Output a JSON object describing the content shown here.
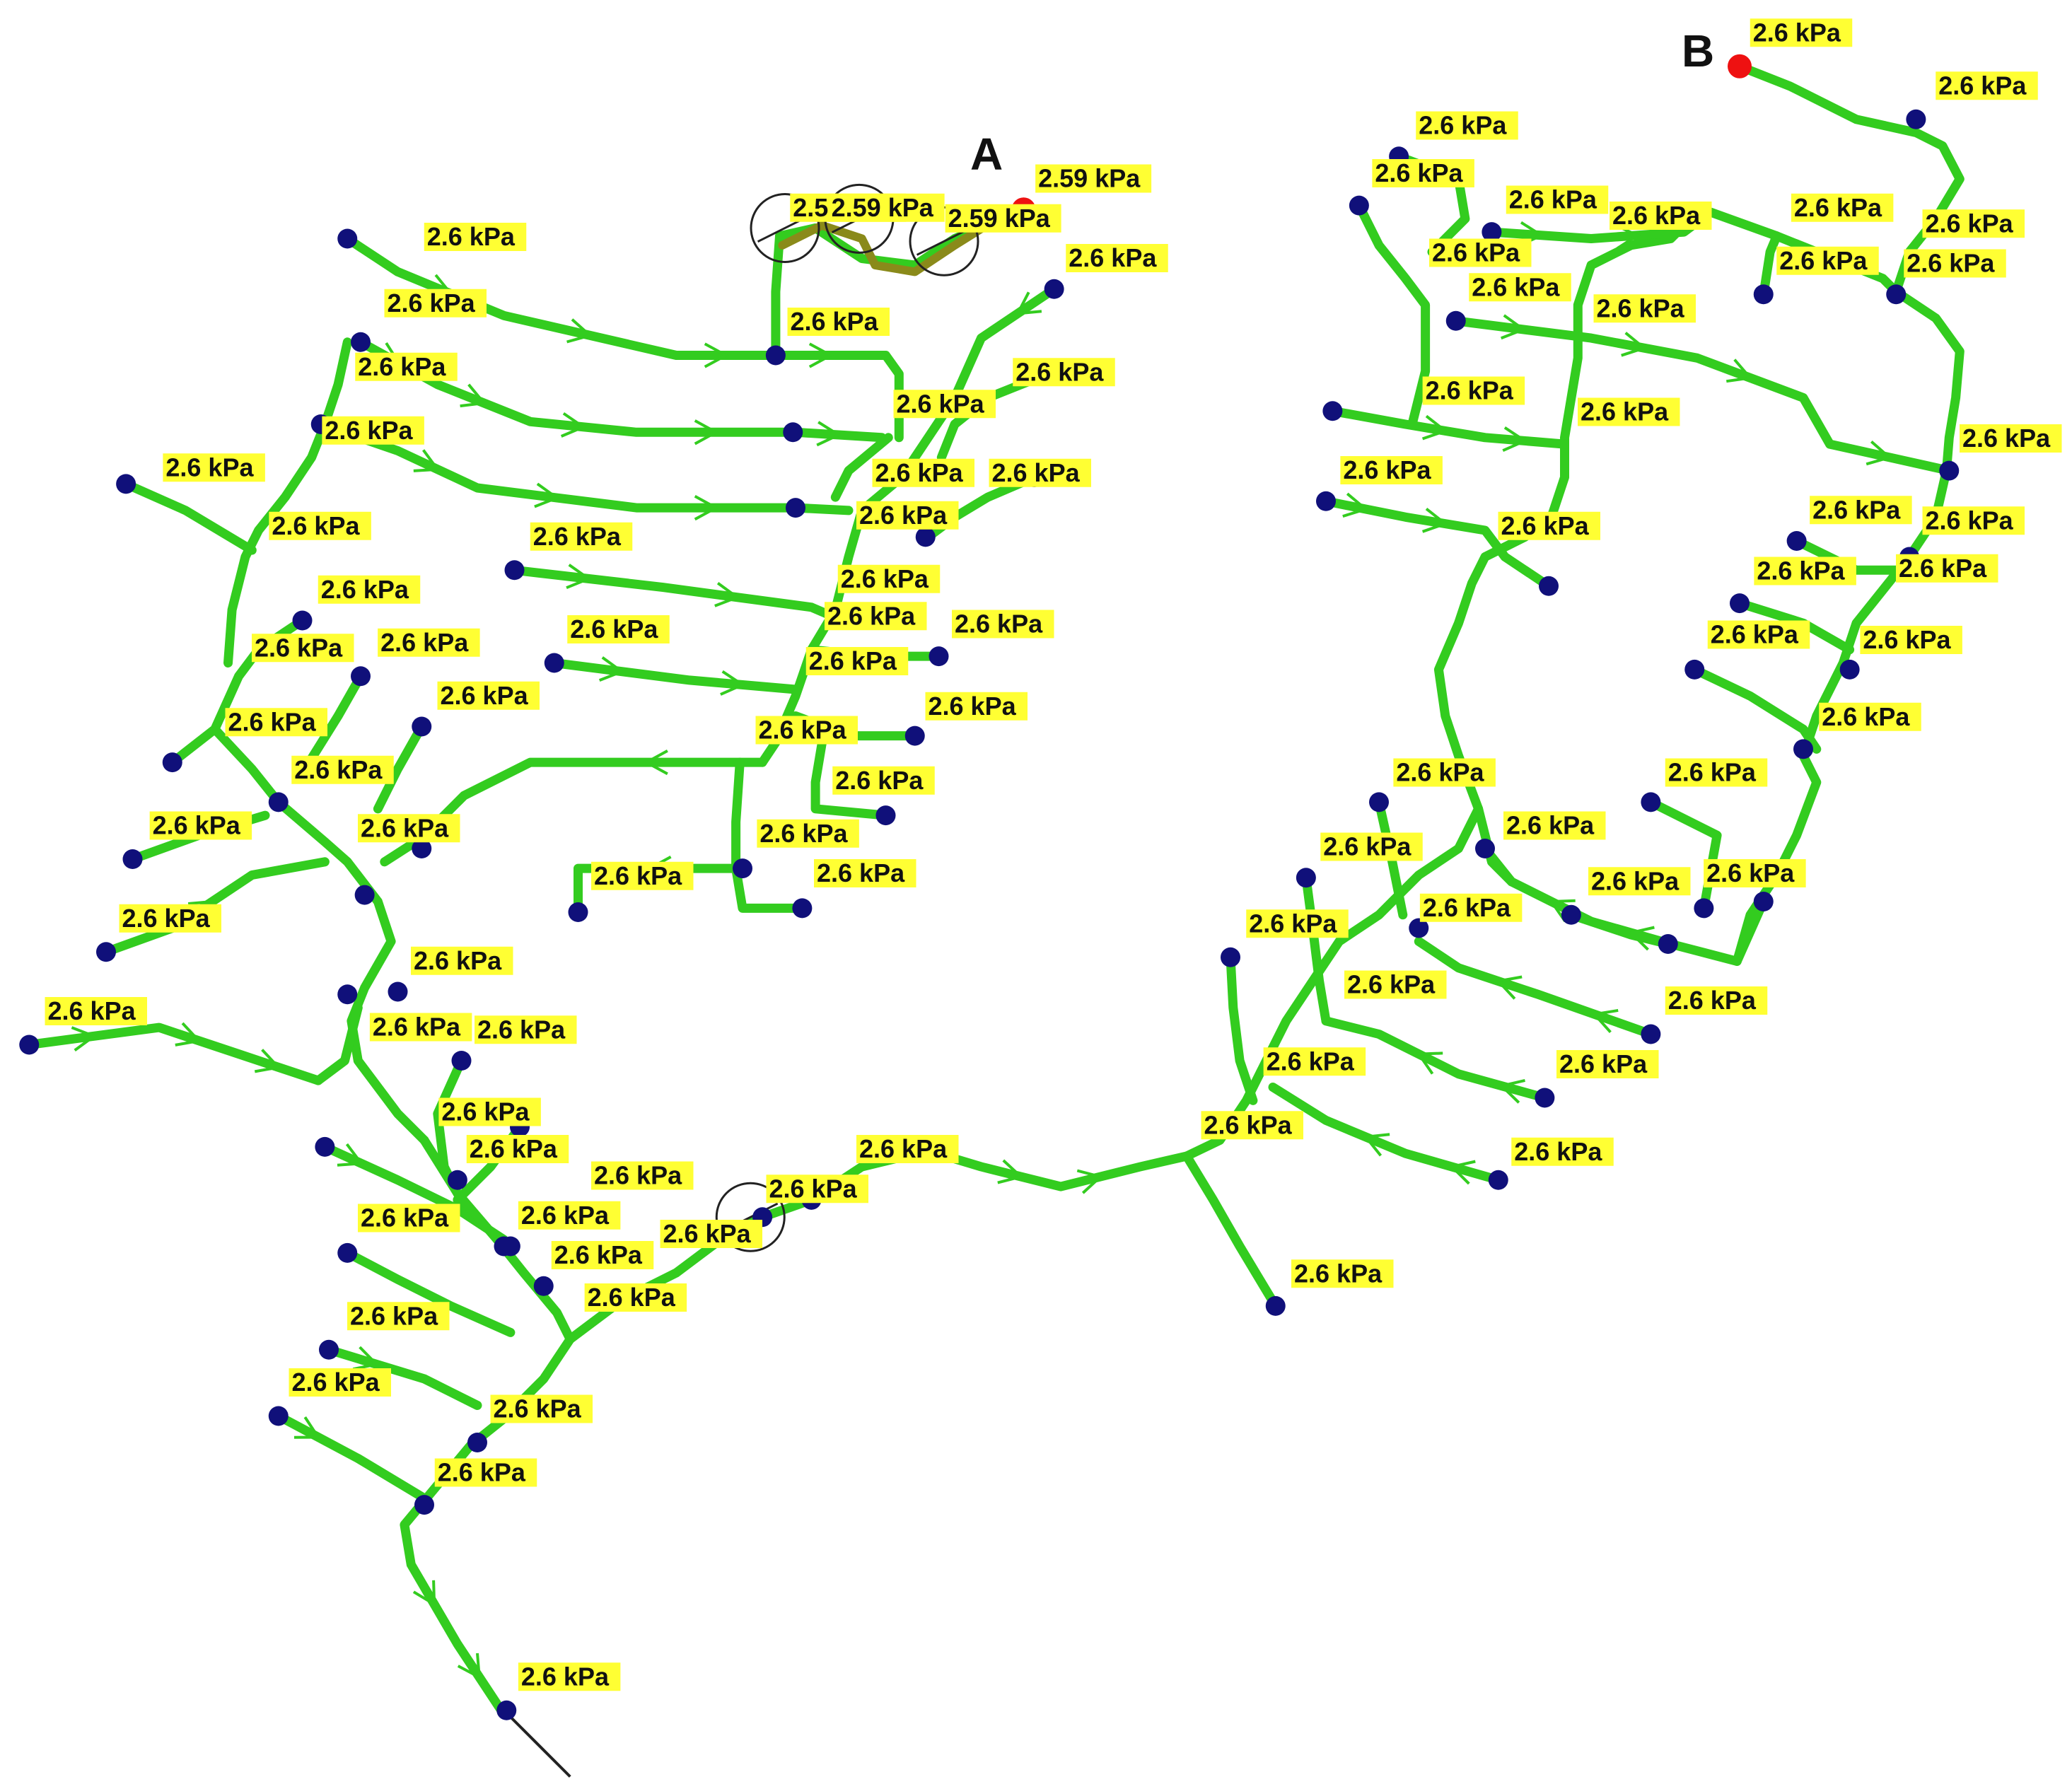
{
  "diagram": {
    "kind": "gas-distribution-network",
    "markers": [
      {
        "id": "A",
        "label": "A"
      },
      {
        "id": "B",
        "label": "B"
      }
    ],
    "colors": {
      "pipe": "#33cc1f",
      "pipe_low": "#8a8a1a",
      "node": "#10107a",
      "source_node": "#ee1111",
      "label_bg": "#ffff33",
      "label_text": "#111111"
    },
    "default_pressure": "2.6 kPa",
    "low_pressure": "2.59 kPa"
  }
}
